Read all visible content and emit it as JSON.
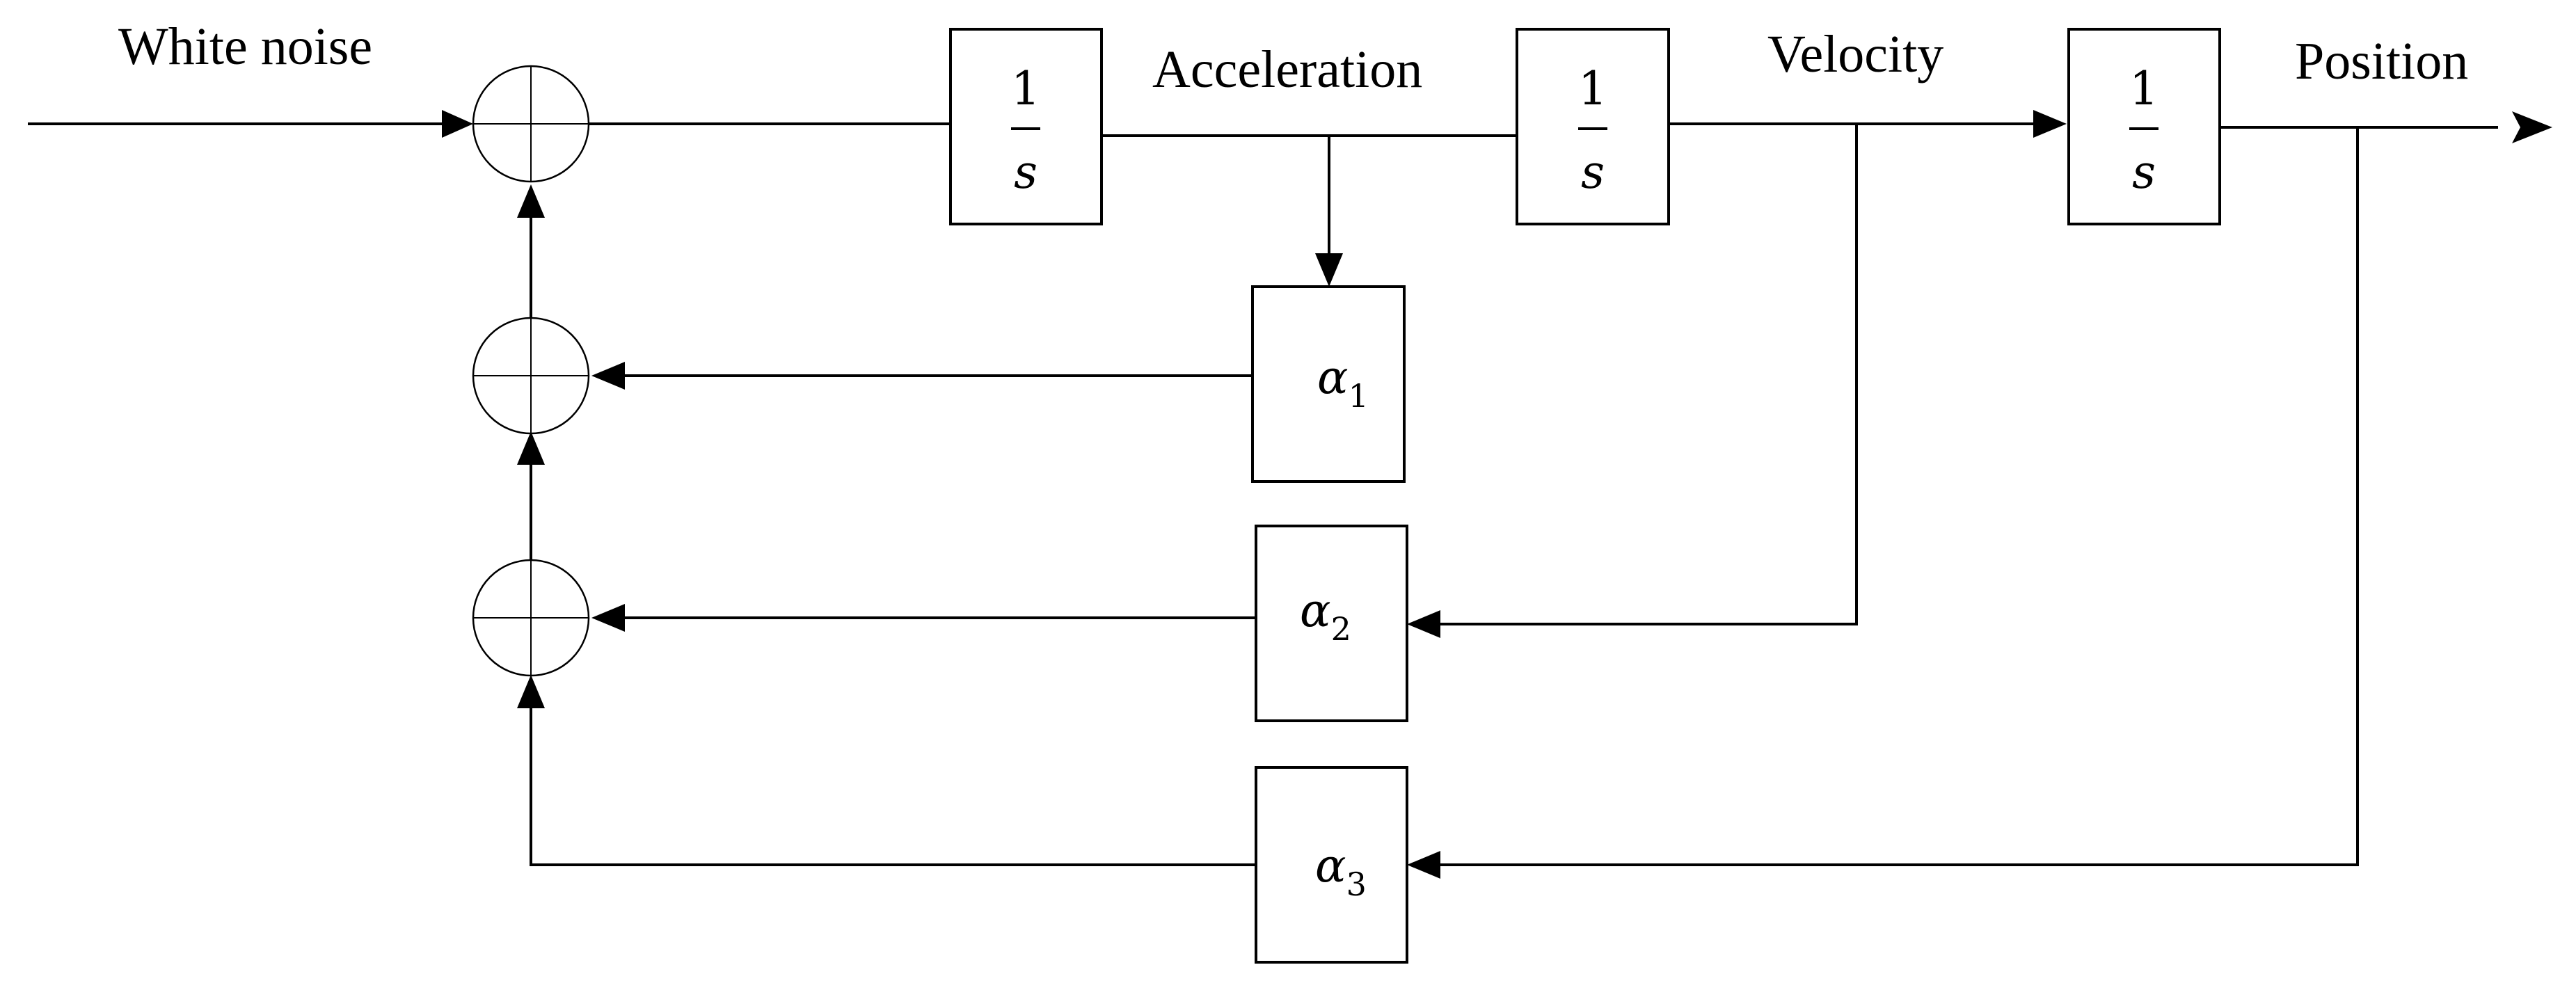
{
  "signals": {
    "input": "White noise",
    "acceleration": "Acceleration",
    "velocity": "Velocity",
    "position": "Position"
  },
  "integrator": {
    "numerator": "1",
    "denominator": "s"
  },
  "gains": {
    "a1": {
      "symbol": "α",
      "sub": "1"
    },
    "a2": {
      "symbol": "α",
      "sub": "2"
    },
    "a3": {
      "symbol": "α",
      "sub": "3"
    }
  }
}
